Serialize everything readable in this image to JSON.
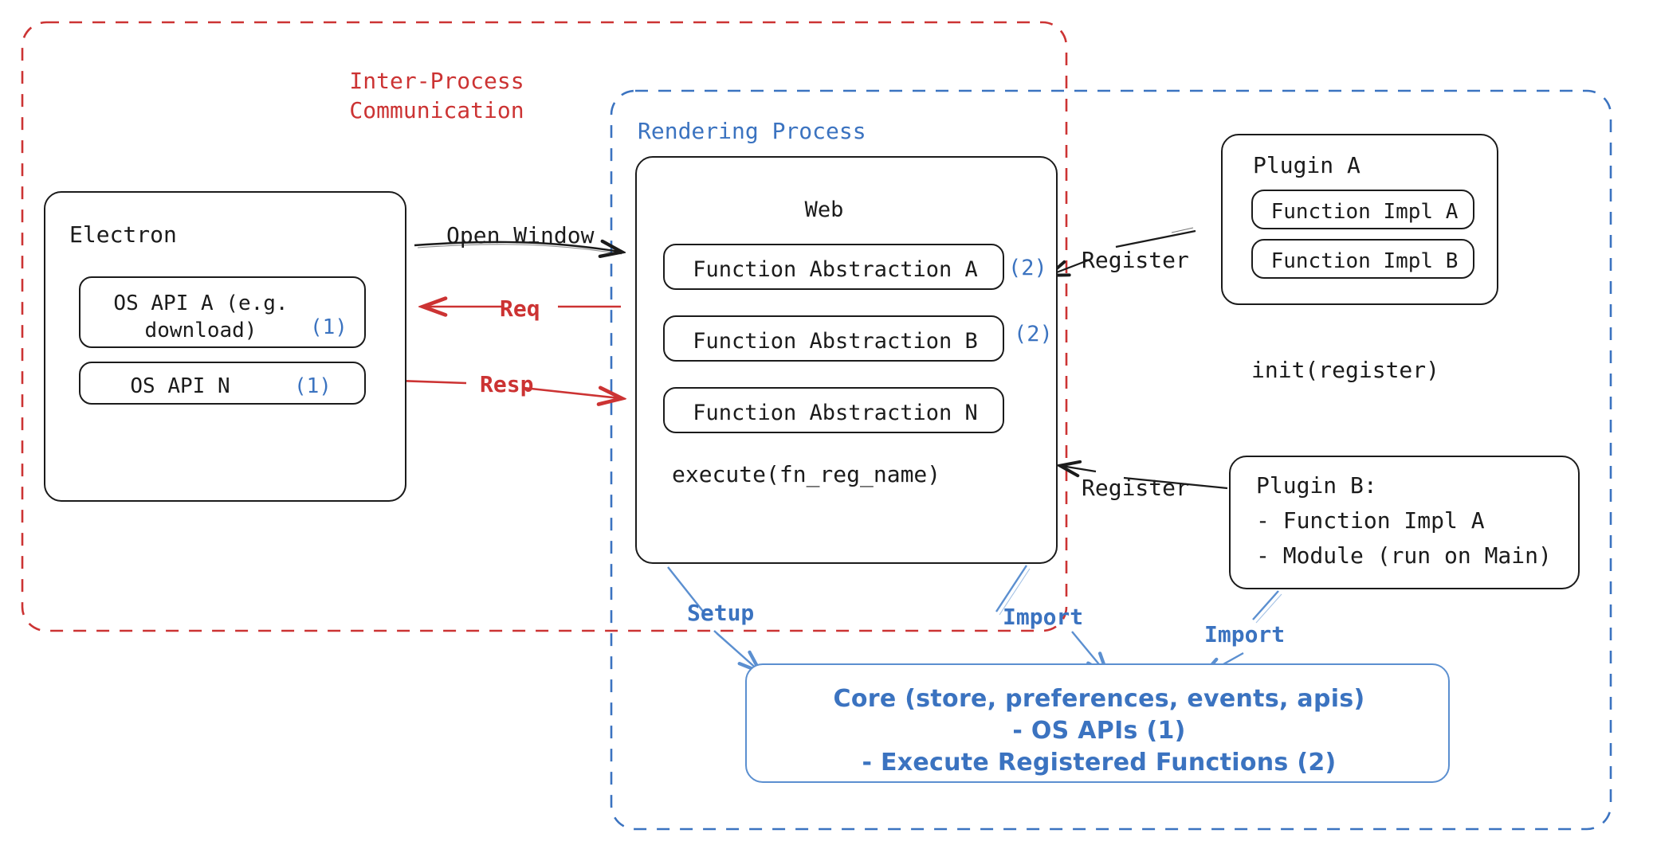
{
  "diagram": {
    "title_hidden": "",
    "containers": {
      "ipc": {
        "label": "Inter-Process\nCommunication",
        "color": "#CC3333",
        "style": "dashed"
      },
      "rendering": {
        "label": "Rendering Process",
        "color": "#3B73C0",
        "style": "dashed"
      }
    },
    "electron": {
      "title": "Electron",
      "items": [
        {
          "label": "OS API A (e.g.\ndownload)",
          "tag": "(1)"
        },
        {
          "label": "OS API N",
          "tag": "(1)"
        }
      ]
    },
    "web": {
      "title": "Web",
      "items": [
        {
          "label": "Function Abstraction A",
          "tag": "(2)"
        },
        {
          "label": "Function Abstraction B",
          "tag": "(2)"
        },
        {
          "label": "Function Abstraction N",
          "tag": ""
        }
      ],
      "footer": "execute(fn_reg_name)"
    },
    "plugin_a": {
      "title": "Plugin A",
      "items": [
        {
          "label": "Function Impl A"
        },
        {
          "label": "Function Impl B"
        }
      ],
      "footer": "init(register)"
    },
    "plugin_b": {
      "lines": [
        "Plugin B:",
        "- Function Impl A",
        "- Module (run on Main)"
      ]
    },
    "core": {
      "lines": [
        "Core (store, preferences, events, apis)",
        "- OS APIs (1)",
        "- Execute Registered Functions (2)"
      ],
      "color": "#3B73C0"
    },
    "edges": [
      {
        "name": "open-window",
        "label": "Open Window",
        "color": "#1b1b1b"
      },
      {
        "name": "req",
        "label": "Req",
        "color": "#CC3333"
      },
      {
        "name": "resp",
        "label": "Resp",
        "color": "#CC3333"
      },
      {
        "name": "register-a",
        "label": "Register",
        "color": "#1b1b1b"
      },
      {
        "name": "register-b",
        "label": "Register",
        "color": "#1b1b1b"
      },
      {
        "name": "setup",
        "label": "Setup",
        "color": "#3B73C0"
      },
      {
        "name": "import-web",
        "label": "Import",
        "color": "#3B73C0"
      },
      {
        "name": "import-pb",
        "label": "Import",
        "color": "#3B73C0"
      }
    ]
  }
}
